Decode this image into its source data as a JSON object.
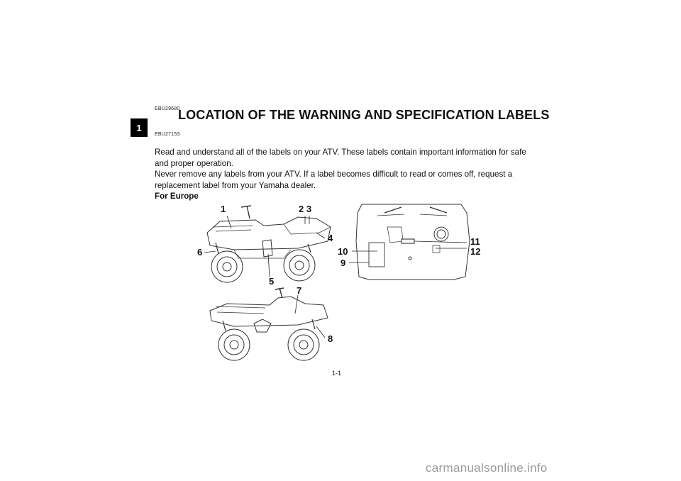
{
  "chapter_tab": "1",
  "codes": [
    "EBU29680",
    "EBU27153"
  ],
  "title": "LOCATION OF THE WARNING AND SPECIFICATION LABELS",
  "paragraphs": [
    "Read and understand all of the labels on your ATV. These labels contain important information for safe and proper operation.",
    "Never remove any labels from your ATV. If a label becomes difficult to read or comes off, request a replacement label from your Yamaha dealer."
  ],
  "subheading": "For Europe",
  "callouts": {
    "c1": "1",
    "c23": "2 3",
    "c4": "4",
    "c5": "5",
    "c6": "6",
    "c7": "7",
    "c8": "8",
    "c9": "9",
    "c10": "10",
    "c11": "11",
    "c12": "12"
  },
  "page_number": "1-1",
  "watermark": "carmanualsonline.info"
}
